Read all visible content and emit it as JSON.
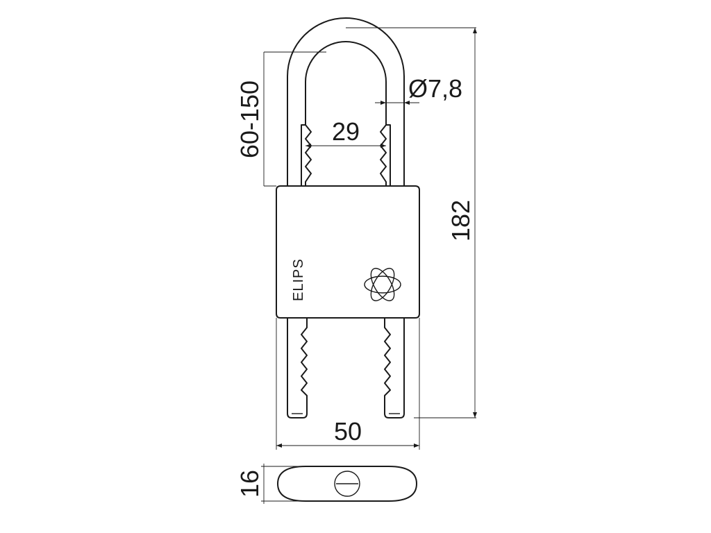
{
  "drawing": {
    "brand": "ELIPS",
    "dimensions": {
      "shackle_height_range": "60-150",
      "shackle_diameter": "Ø7,8",
      "shackle_inner_width": "29",
      "total_height": "182",
      "body_width": "50",
      "body_thickness": "16"
    },
    "icons": {
      "logo": "atom-orbit-logo-icon"
    }
  }
}
